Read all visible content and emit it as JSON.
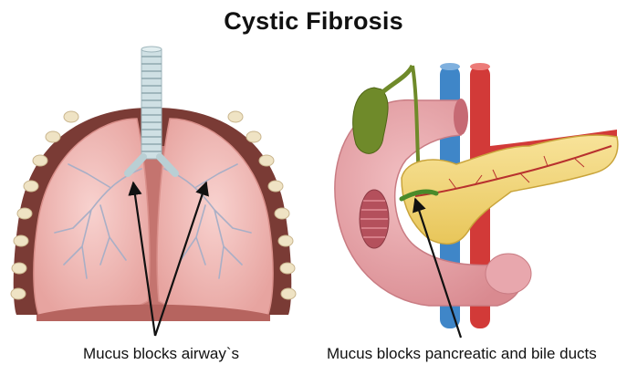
{
  "title": "Cystic Fibrosis",
  "lungs_panel": {
    "caption": "Mucus blocks airway`s"
  },
  "digestive_panel": {
    "caption": "Mucus blocks pancreatic and bile ducts"
  },
  "colors": {
    "lung_pink": "#f1b8b4",
    "chest_wall": "#7a3b35",
    "rib": "#efe3c4",
    "trachea": "#cfe0e4",
    "duodenum": "#e6a4a8",
    "pancreas": "#f3d77a",
    "artery": "#d23a38",
    "vein": "#3f86c8",
    "gallbladder": "#6f8a2a",
    "arrow": "#111111"
  }
}
